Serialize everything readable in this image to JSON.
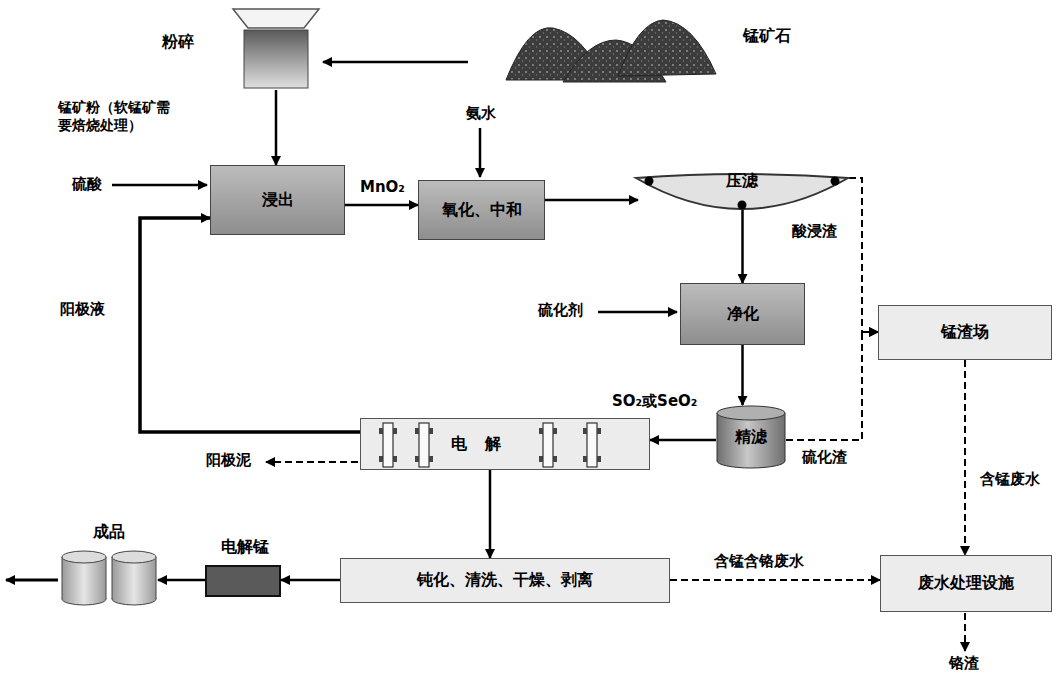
{
  "diagram": {
    "nodes": [
      {
        "text": [
          "粉碎"
        ]
      },
      {
        "text": [
          "锰矿石"
        ]
      },
      {
        "text": [
          "浸出"
        ]
      },
      {
        "text": [
          "氧化、中和"
        ]
      },
      {
        "text": [
          "压滤"
        ]
      },
      {
        "text": [
          "净化"
        ]
      },
      {
        "text": [
          "精滤"
        ]
      },
      {
        "text": [
          "电解"
        ]
      },
      {
        "text": [
          "钝化、清洗、干燥、剥离"
        ]
      },
      {
        "text": [
          "电解锰"
        ]
      },
      {
        "text": [
          "成品"
        ]
      },
      {
        "text": [
          "锰渣场"
        ]
      },
      {
        "text": [
          "废水处理设施"
        ]
      }
    ],
    "edges": [
      {
        "from": 1,
        "to": 0,
        "arrow": "to"
      },
      {
        "from": 0,
        "to": 2,
        "label": "锰矿粉（软锰矿需要焙烧处理）",
        "arrow": "to"
      },
      {
        "from": 2,
        "to": 3,
        "label": "MnO₂",
        "arrow": "to"
      },
      {
        "from": 3,
        "to": 4,
        "arrow": "to"
      },
      {
        "from": 4,
        "to": 5,
        "arrow": "to"
      },
      {
        "from": 4,
        "to": 11,
        "label": "酸浸渣",
        "arrow": "to"
      },
      {
        "from": 5,
        "to": 6,
        "arrow": "to"
      },
      {
        "from": 6,
        "to": 11,
        "label": "硫化渣",
        "arrow": "to"
      },
      {
        "from": 6,
        "to": 7,
        "label": "SO₂或SeO₂",
        "arrow": "to"
      },
      {
        "from": 7,
        "to": 2,
        "label": "阳极液",
        "arrow": "to"
      },
      {
        "from": 7,
        "to": 8,
        "arrow": "to"
      },
      {
        "from": 8,
        "to": 9,
        "arrow": "to"
      },
      {
        "from": 9,
        "to": 10,
        "arrow": "to"
      },
      {
        "from": 8,
        "to": 12,
        "label": "含锰含铬废水",
        "arrow": "to"
      },
      {
        "from": 11,
        "to": 12,
        "label": "含锰废水",
        "arrow": "to"
      }
    ],
    "labels": [
      "硫酸",
      "氨水",
      "硫化剂",
      "阳极泥",
      "铬渣"
    ]
  }
}
